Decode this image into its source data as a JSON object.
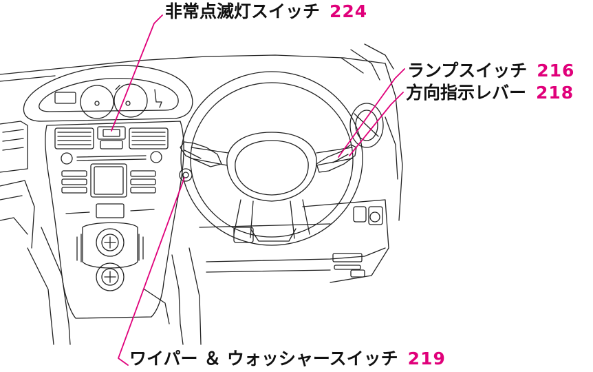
{
  "colors": {
    "line": "#222222",
    "leader": "#e0007a",
    "page_ref": "#e0007a",
    "label_text": "#111111"
  },
  "callouts": [
    {
      "id": "hazard",
      "label": "非常点滅灯スイッチ",
      "page": "224"
    },
    {
      "id": "lamp",
      "label": "ランプスイッチ",
      "page": "216"
    },
    {
      "id": "turn",
      "label": "方向指示レバー",
      "page": "218"
    },
    {
      "id": "wiper",
      "label": "ワイパー ＆ ウォッシャースイッチ",
      "page": "219"
    }
  ]
}
